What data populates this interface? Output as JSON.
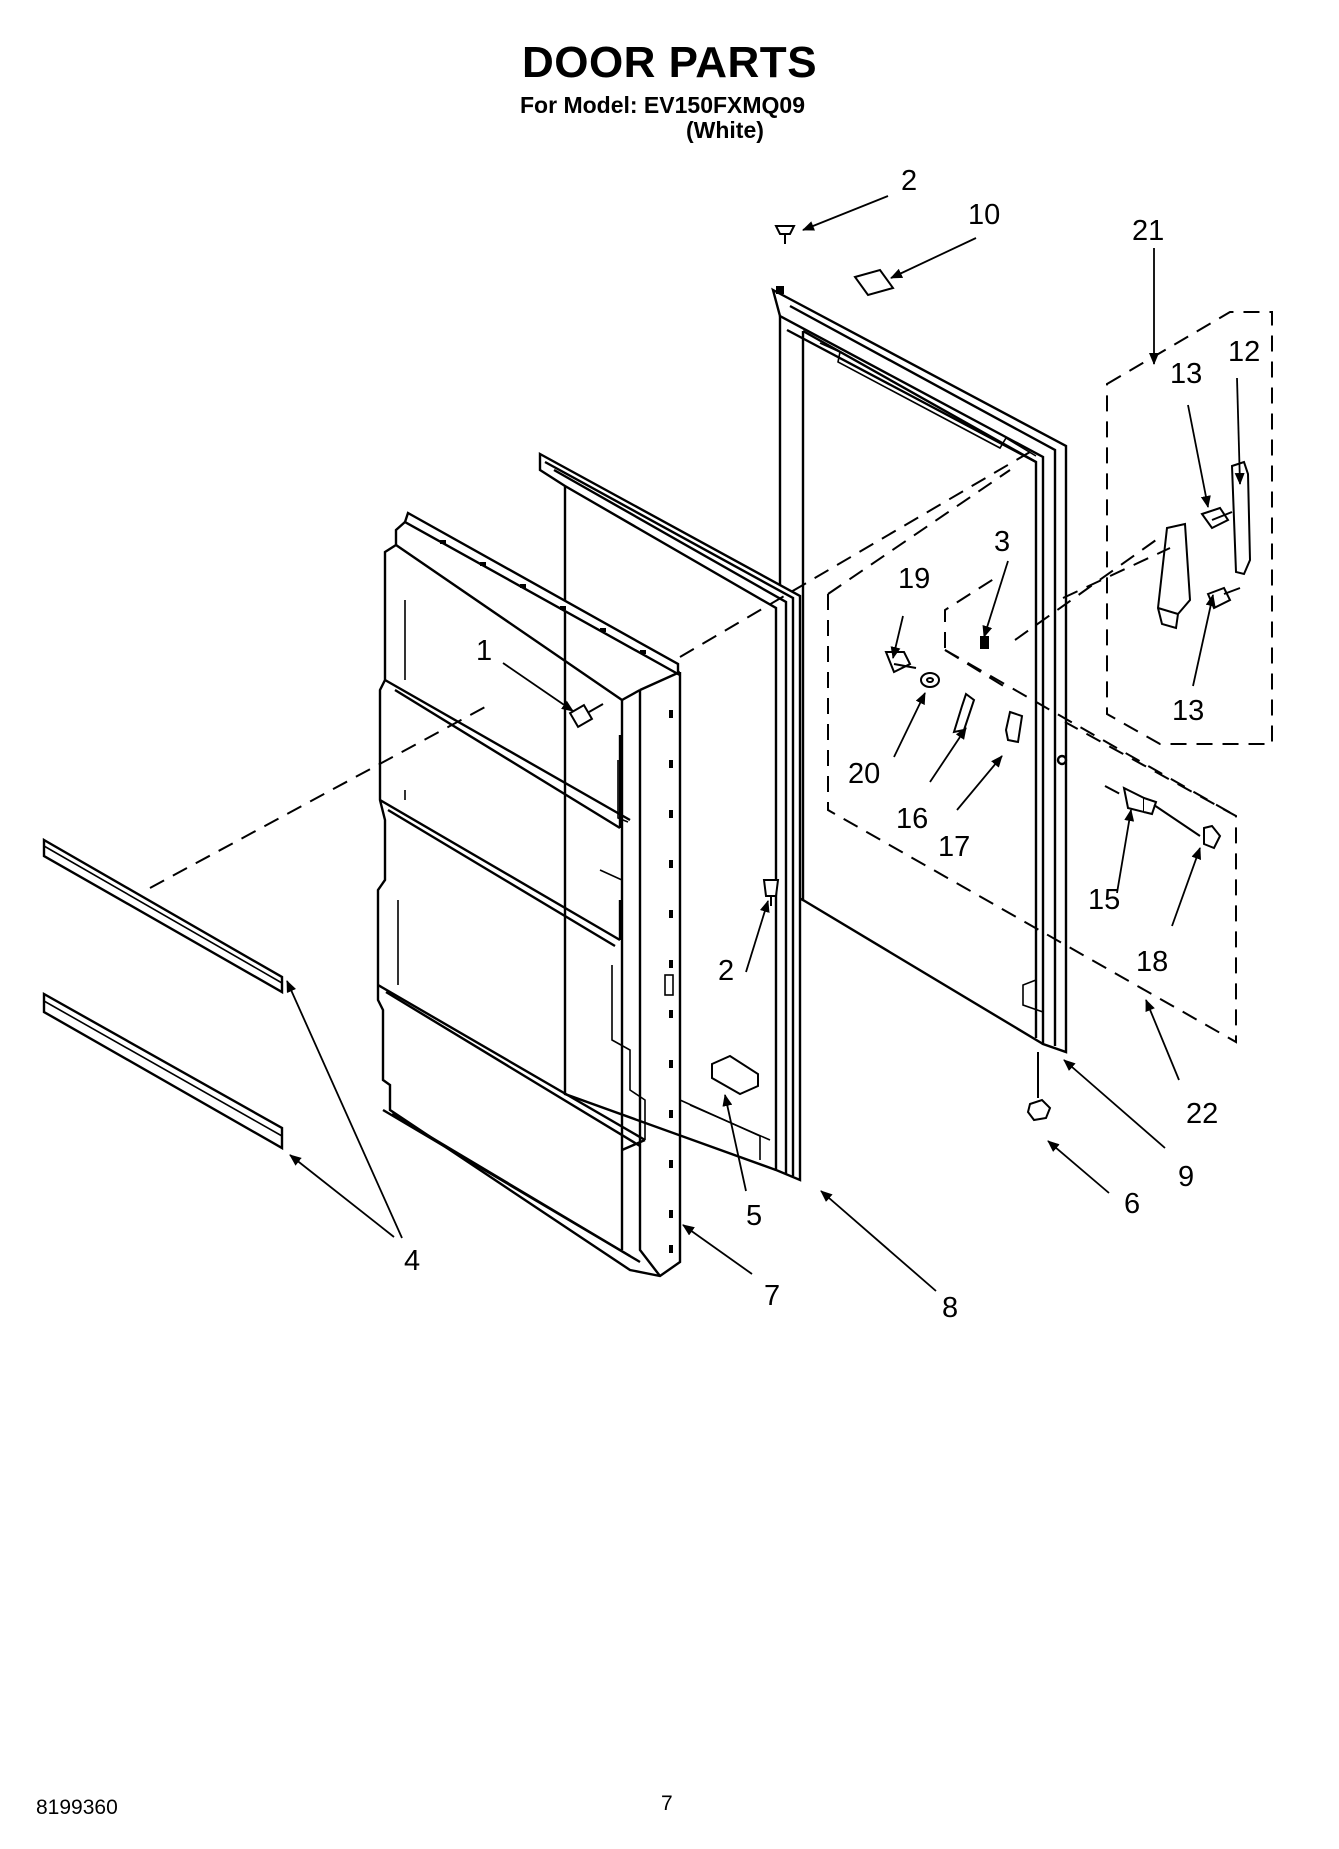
{
  "header": {
    "title": "DOOR PARTS",
    "model_line": "For Model: EV150FXMQ09",
    "color_line": "(White)"
  },
  "footer": {
    "doc_number": "8199360",
    "page_number": "7"
  },
  "callouts": {
    "c1": "1",
    "c2a": "2",
    "c2b": "2",
    "c3": "3",
    "c4": "4",
    "c5": "5",
    "c6": "6",
    "c7": "7",
    "c8": "8",
    "c9": "9",
    "c10": "10",
    "c12": "12",
    "c13a": "13",
    "c13b": "13",
    "c15": "15",
    "c16": "16",
    "c17": "17",
    "c18": "18",
    "c19": "19",
    "c20": "20",
    "c21": "21",
    "c22": "22"
  }
}
